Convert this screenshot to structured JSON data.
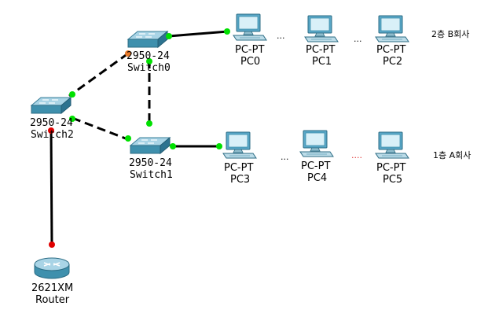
{
  "devices": {
    "switch0": {
      "model": "2950-24",
      "name": "Switch0"
    },
    "switch1": {
      "model": "2950-24",
      "name": "Switch1"
    },
    "switch2": {
      "model": "2950-24",
      "name": "Switch2"
    },
    "router": {
      "model": "2621XM",
      "name": "Router"
    },
    "pc0": {
      "model": "PC-PT",
      "name": "PC0"
    },
    "pc1": {
      "model": "PC-PT",
      "name": "PC1"
    },
    "pc2": {
      "model": "PC-PT",
      "name": "PC2"
    },
    "pc3": {
      "model": "PC-PT",
      "name": "PC3"
    },
    "pc4": {
      "model": "PC-PT",
      "name": "PC4"
    },
    "pc5": {
      "model": "PC-PT",
      "name": "PC5"
    }
  },
  "ellipses": {
    "top_a": "...",
    "top_b": "...",
    "bottom_a": "...",
    "bottom_b": "...."
  },
  "floor_labels": {
    "top": "2층 B회사",
    "bottom": "1층 A회사"
  },
  "colors": {
    "link_up": "#00e000",
    "link_down": "#e00000",
    "link_blocking": "#e87a2a",
    "cable": "#000000",
    "dotted_red": "#e03030"
  }
}
